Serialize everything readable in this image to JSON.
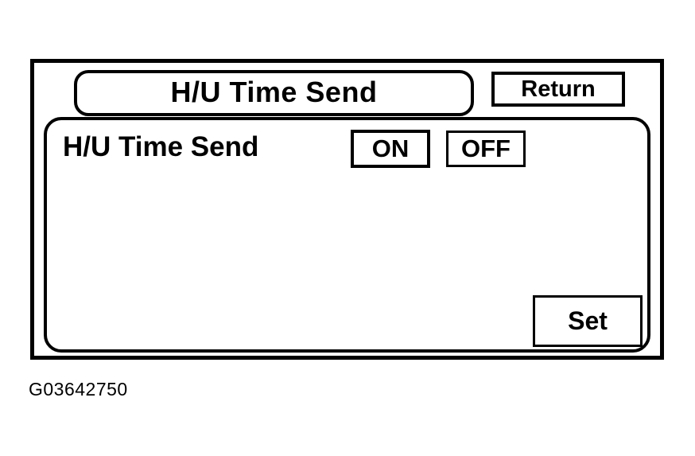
{
  "screen": {
    "title": "H/U Time Send",
    "return_label": "Return",
    "setting": {
      "label": "H/U Time Send",
      "on_label": "ON",
      "off_label": "OFF"
    },
    "set_label": "Set"
  },
  "figure": {
    "caption": "G03642750"
  },
  "colors": {
    "ink": "#000000",
    "background": "#ffffff"
  }
}
